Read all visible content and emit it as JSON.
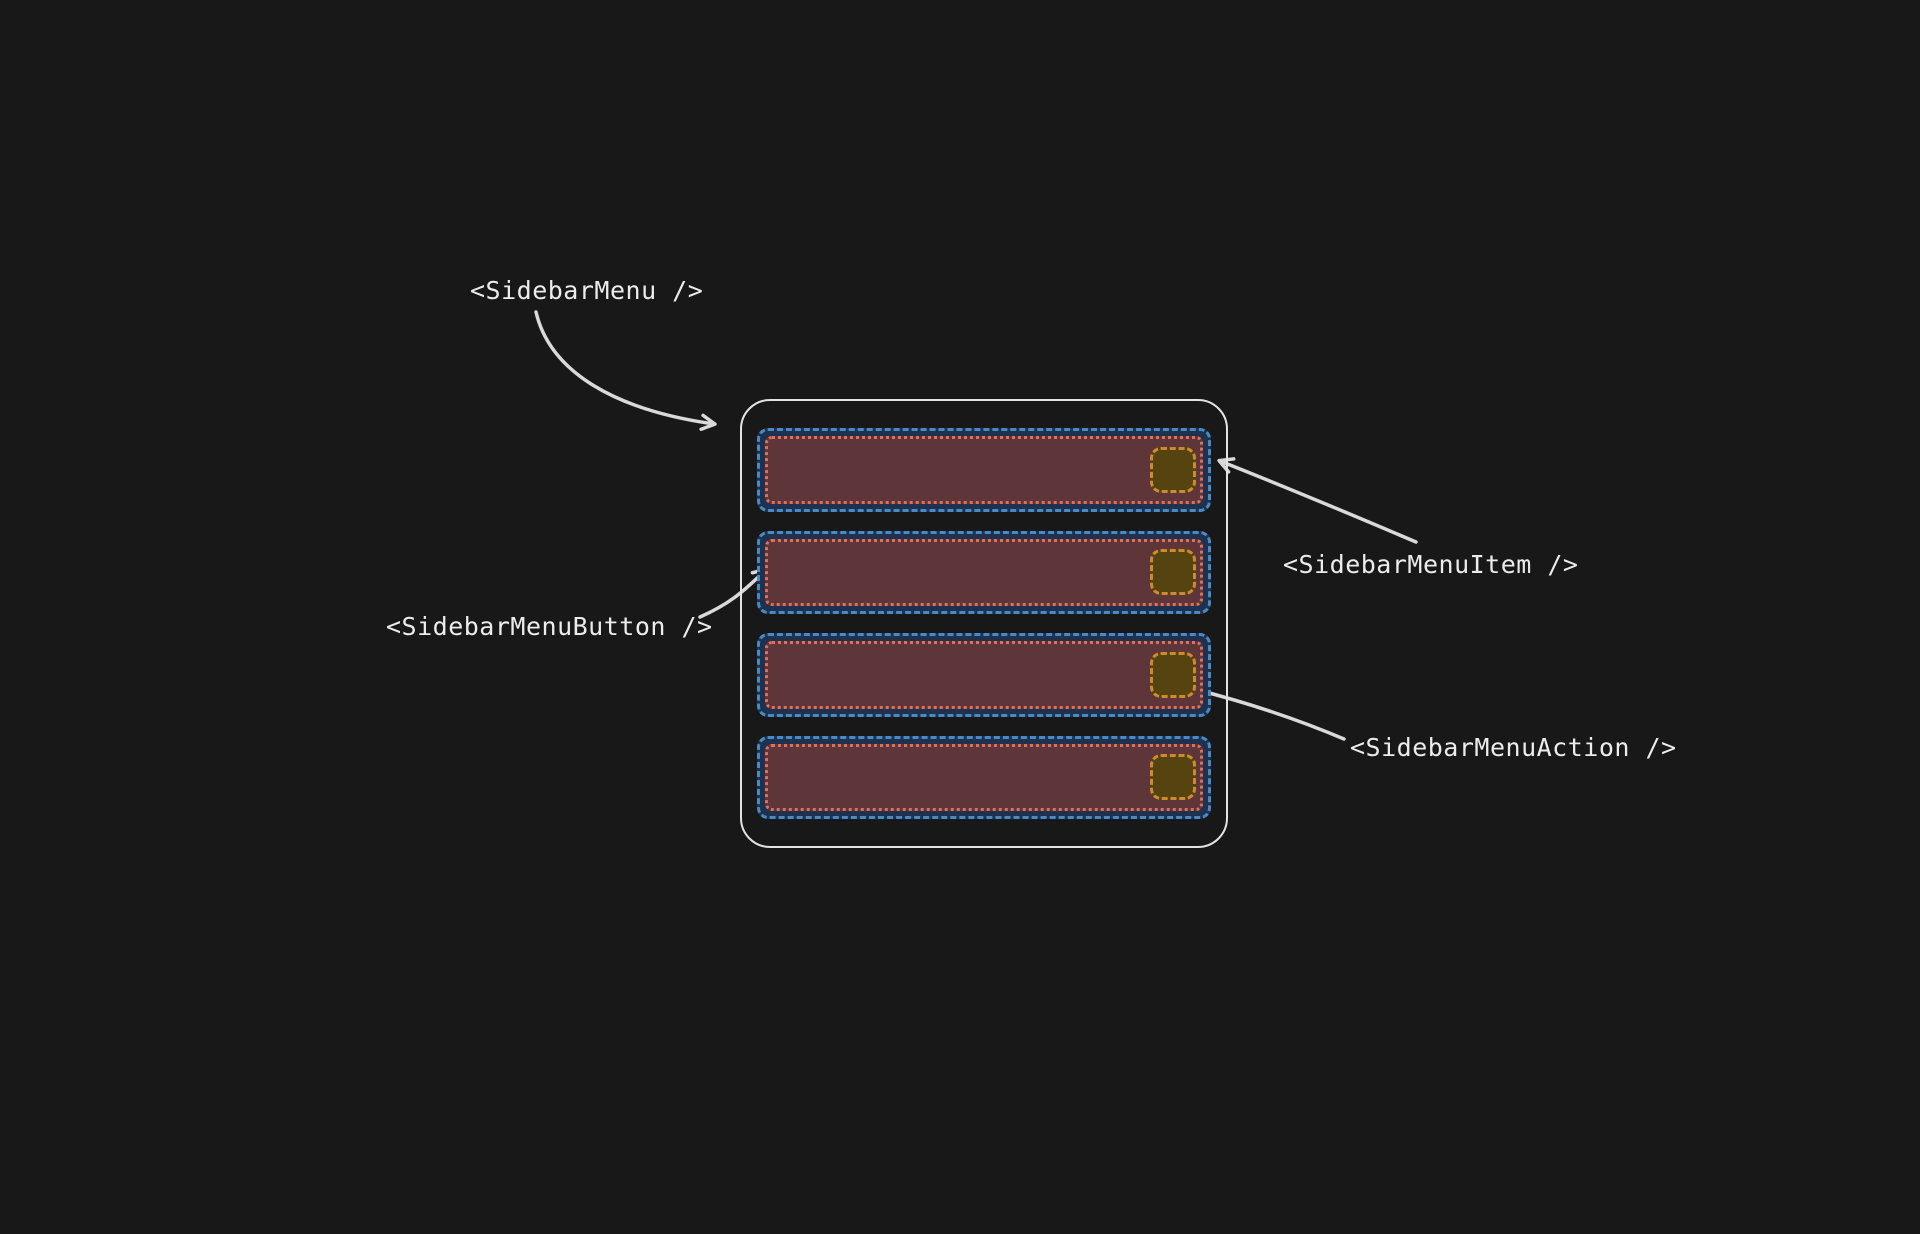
{
  "diagram": {
    "labels": {
      "menu": {
        "text": "<SidebarMenu />"
      },
      "item": {
        "text": "<SidebarMenuItem />"
      },
      "button": {
        "text": "<SidebarMenuButton />"
      },
      "action": {
        "text": "<SidebarMenuAction />"
      }
    },
    "menu": {
      "items": [
        {
          "has_action": true
        },
        {
          "has_action": true
        },
        {
          "has_action": true
        },
        {
          "has_action": true
        }
      ]
    },
    "colors": {
      "background": "#181818",
      "label_text": "#ececec",
      "arrow": "#d9d9d9",
      "container_border": "#e3e3e3",
      "item_border": "#4a8ac4",
      "item_fill": "#1e3250",
      "button_border": "#e0705c",
      "button_fill": "#5e3538",
      "action_border": "#cd8a30",
      "action_fill": "#554410"
    }
  }
}
